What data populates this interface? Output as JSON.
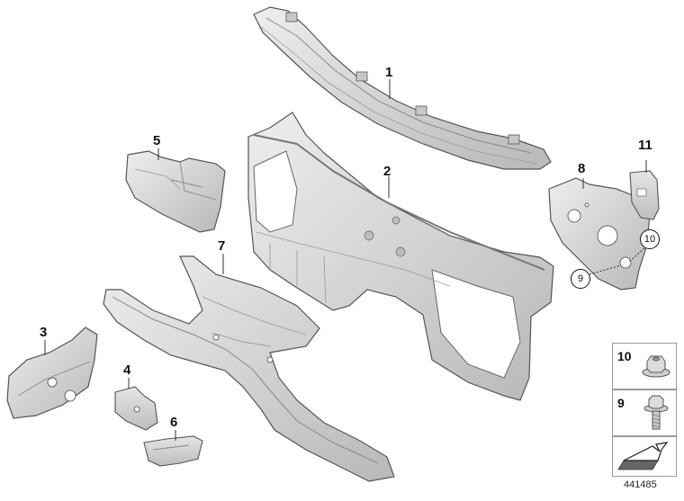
{
  "diagram": {
    "callouts": [
      {
        "id": "1",
        "label": "1"
      },
      {
        "id": "2",
        "label": "2"
      },
      {
        "id": "3",
        "label": "3"
      },
      {
        "id": "4",
        "label": "4"
      },
      {
        "id": "5",
        "label": "5"
      },
      {
        "id": "6",
        "label": "6"
      },
      {
        "id": "7",
        "label": "7"
      },
      {
        "id": "8",
        "label": "8"
      },
      {
        "id": "11",
        "label": "11"
      }
    ],
    "circled_callouts": [
      {
        "id": "9",
        "label": "9"
      },
      {
        "id": "10",
        "label": "10"
      }
    ],
    "legend": [
      {
        "label": "10",
        "icon": "flange-nut-icon"
      },
      {
        "label": "9",
        "icon": "flange-bolt-icon"
      },
      {
        "label": "",
        "icon": "floor-arrow-icon"
      }
    ],
    "reference_number": "441485",
    "colors": {
      "part_fill": "#d9d9d9",
      "part_dark": "#b0b0b0",
      "outline": "#555555"
    }
  }
}
